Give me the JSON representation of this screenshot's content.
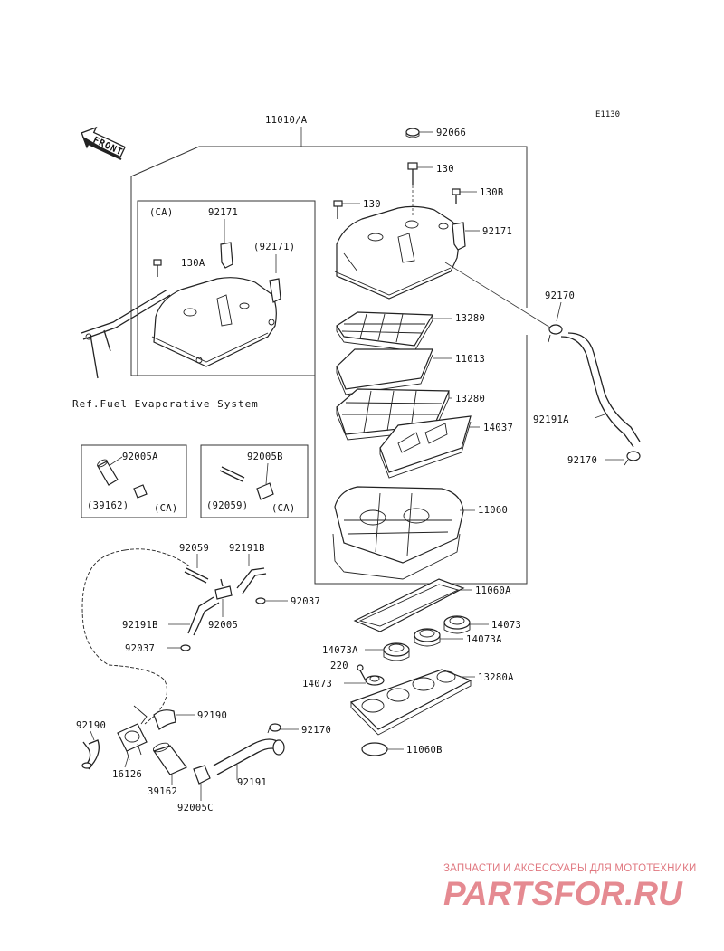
{
  "diagram": {
    "code": "E1130",
    "front_label": "FRONT",
    "reference": "Ref.Fuel Evaporative System",
    "labels": {
      "p11010A": "11010/A",
      "p92066": "92066",
      "p130_top": "130",
      "p130_left": "130",
      "p130B": "130B",
      "p92171_right": "92171",
      "p92171_ca": "92171",
      "p92171_ca_paren": "(92171)",
      "p130A": "130A",
      "ca_main": "(CA)",
      "p92170_top": "92170",
      "p13280_top": "13280",
      "p11013": "11013",
      "p13280_mid": "13280",
      "p14037": "14037",
      "p92191A": "92191A",
      "p92170_bot": "92170",
      "p11060": "11060",
      "p92005A": "92005A",
      "p39162_paren": "(39162)",
      "ca_a": "(CA)",
      "p92005B": "92005B",
      "p92059_paren": "(92059)",
      "ca_b": "(CA)",
      "p92059": "92059",
      "p92191B_top": "92191B",
      "p92037_top": "92037",
      "p92191B_bot": "92191B",
      "p92005": "92005",
      "p92037_bot": "92037",
      "p11060A": "11060A",
      "p14073_top": "14073",
      "p14073A_left": "14073A",
      "p14073A_right": "14073A",
      "p220": "220",
      "p14073_left": "14073",
      "p13280A": "13280A",
      "p92190_left": "92190",
      "p92190_right": "92190",
      "p92170_low": "92170",
      "p16126": "16126",
      "p11060B": "11060B",
      "p39162": "39162",
      "p92191": "92191",
      "p92005C": "92005C"
    }
  },
  "watermark": {
    "caption": "ЗАПЧАСТИ И АКСЕССУАРЫ ДЛЯ МОТОТЕХНИКИ",
    "brand": "PARTSFOR.RU",
    "color": "#e58a91"
  }
}
